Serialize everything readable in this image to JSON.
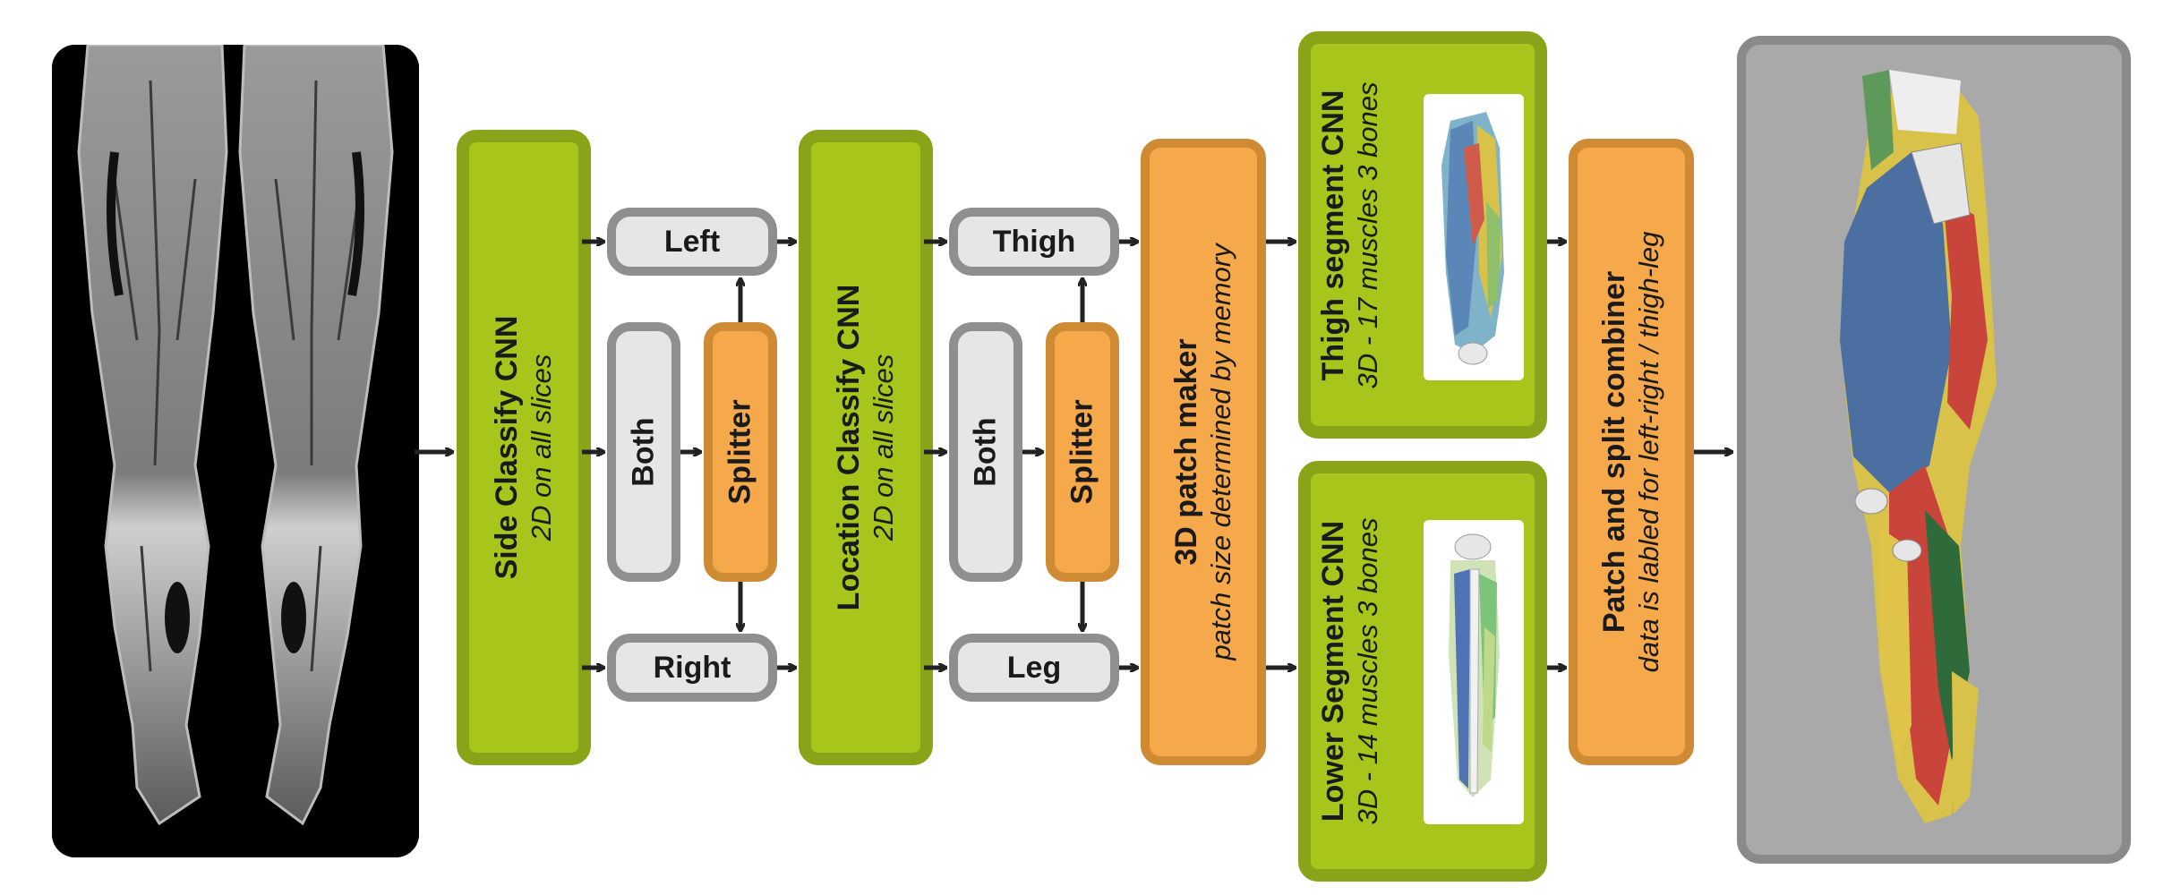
{
  "side_cnn": {
    "title": "Side Classify CNN",
    "subtitle": "2D on all slices"
  },
  "side_outputs": {
    "left": "Left",
    "both": "Both",
    "right": "Right",
    "splitter": "Splitter"
  },
  "location_cnn": {
    "title": "Location Classify CNN",
    "subtitle": "2D on all slices"
  },
  "location_outputs": {
    "thigh": "Thigh",
    "both": "Both",
    "leg": "Leg",
    "splitter": "Splitter"
  },
  "patch_maker": {
    "title": "3D patch maker",
    "subtitle": "patch size determined by memory"
  },
  "thigh_cnn": {
    "title": "Thigh segment CNN",
    "subtitle": "3D - 17 muscles 3 bones"
  },
  "lower_cnn": {
    "title": "Lower Segment CNN",
    "subtitle": "3D - 14 muscles 3 bones"
  },
  "combiner": {
    "title": "Patch and split combiner",
    "subtitle": "data is labled for left-right / thigh-leg"
  },
  "colors": {
    "green_fill": "#a8c51c",
    "green_border": "#8aa419",
    "orange_fill": "#f5a94b",
    "orange_border": "#cf8a34",
    "gray_fill": "#e6e6e6",
    "gray_border": "#8f8f8f",
    "output_panel": "#a9a9a9",
    "arrow": "#222222"
  },
  "icons": {
    "input": "mri-scan-image",
    "output": "3d-muscle-render",
    "thumbnails": "muscle-segmentation-thumbnail"
  }
}
